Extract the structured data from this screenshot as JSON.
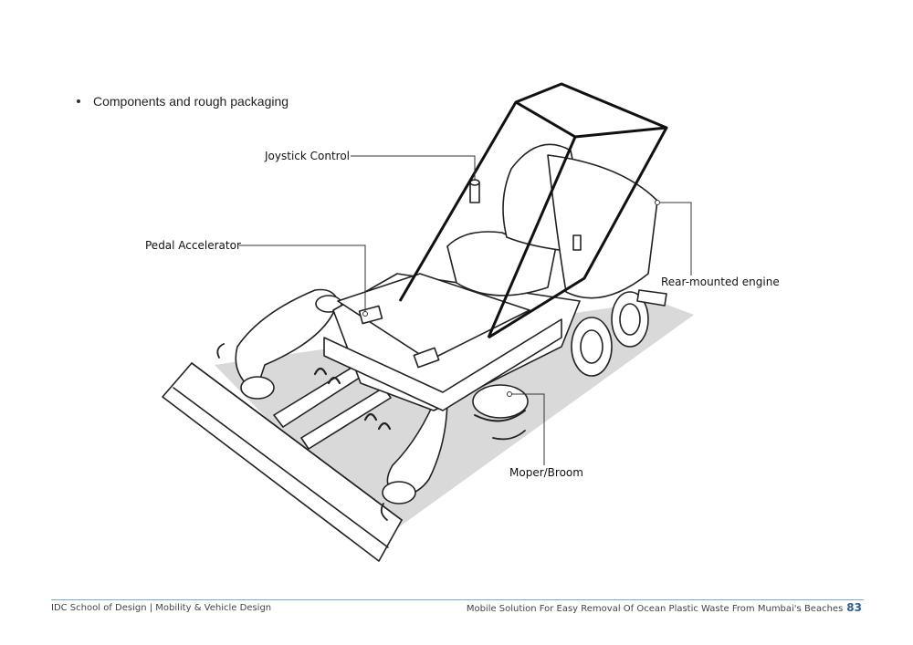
{
  "bullet": {
    "text": "Components and rough packaging"
  },
  "callouts": {
    "joystick": "Joystick Control",
    "pedal": "Pedal Accelerator",
    "engine": "Rear-mounted engine",
    "broom": "Moper/Broom"
  },
  "footer": {
    "left": "IDC School of Design | Mobility & Vehicle Design",
    "right": "Mobile Solution For Easy Removal Of Ocean Plastic Waste From Mumbai's Beaches",
    "page_number": "83"
  },
  "colors": {
    "accent": "#2d5f8a",
    "rule": "#7fa8c9"
  }
}
